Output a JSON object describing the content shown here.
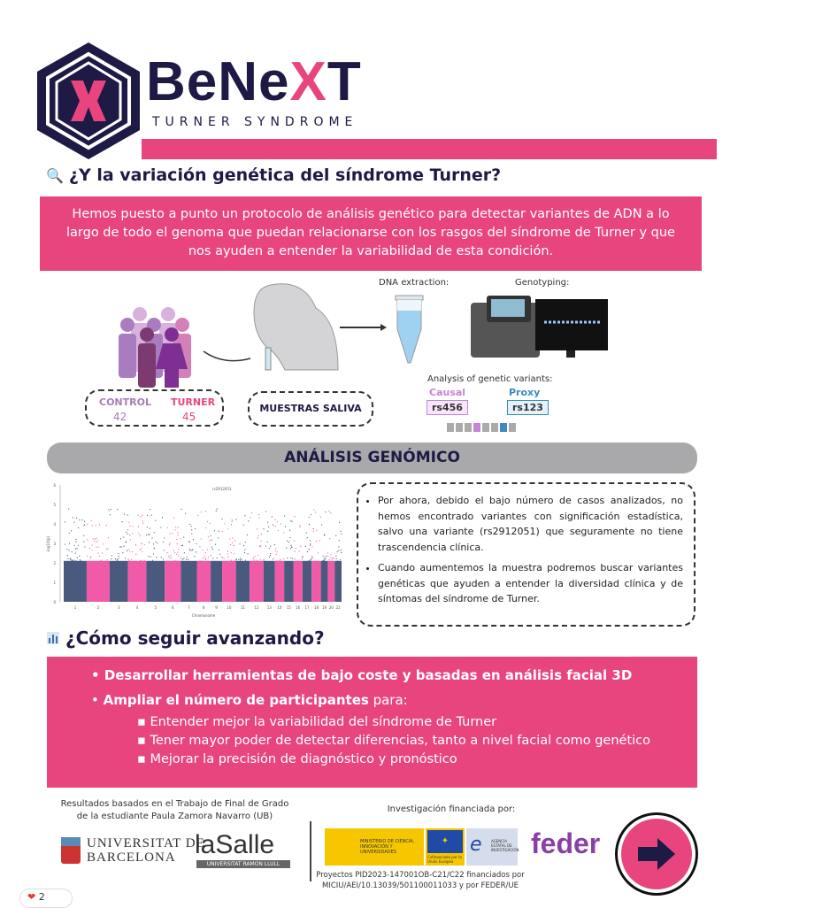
{
  "logo": {
    "name_pre": "BeNe",
    "name_x": "X",
    "name_post": "T",
    "subtitle": "TURNER SYNDROME"
  },
  "section1": {
    "icon": "magnifier-icon",
    "title": "¿Y la variación genética del síndrome Turner?",
    "intro": "Hemos puesto a punto un protocolo de análisis genético para detectar variantes de ADN a lo largo de todo el genoma que puedan relacionarse con los rasgos del síndrome de Turner y que nos ayuden a entender la variabilidad de esta condición."
  },
  "workflow": {
    "control_label": "CONTROL",
    "control_n": "42",
    "turner_label": "TURNER",
    "turner_n": "45",
    "saliva_label": "MUESTRAS SALIVA",
    "dna_label": "DNA extraction:",
    "geno_label": "Genotyping:",
    "analysis_label": "Analysis of genetic variants:",
    "causal_label": "Causal",
    "proxy_label": "Proxy",
    "causal_snp": "rs456",
    "proxy_snp": "rs123"
  },
  "genomic": {
    "title": "ANÁLISIS GENÓMICO",
    "bullets": [
      "Por ahora, debido el bajo número de casos analizados, no hemos encontrado variantes con significación estadística, salvo una variante (rs2912051) que seguramente no tiene trascendencia clínica.",
      "Cuando aumentemos la muestra podremos buscar variantes genéticas que ayuden a entender la diversidad clínica y de síntomas del síndrome de Turner."
    ]
  },
  "chart_data": {
    "type": "scatter",
    "title": "",
    "annotation": "rs2912051",
    "xlabel": "Chromosome",
    "ylabel": "-log10(p)",
    "ylim": [
      0,
      6
    ],
    "yticks": [
      "0",
      "1",
      "2",
      "3",
      "4",
      "5",
      "6"
    ],
    "categories": [
      "1",
      "2",
      "3",
      "4",
      "5",
      "6",
      "7",
      "8",
      "9",
      "10",
      "11",
      "12",
      "13",
      "14",
      "15",
      "16",
      "17",
      "18",
      "19",
      "20",
      "22"
    ],
    "colors": [
      "#4a5a7e",
      "#f05aa6"
    ]
  },
  "section2": {
    "icon": "bar-chart-icon",
    "title": "¿Cómo seguir avanzando?",
    "point1": "Desarrollar herramientas de bajo coste y basadas en análisis facial 3D",
    "point2_bold": "Ampliar el número de participantes",
    "point2_rest": " para:",
    "subpoints": [
      "Entender mejor la variabilidad del síndrome de Turner",
      "Tener mayor poder de detectar diferencias, tanto a nivel facial como genético",
      "Mejorar la precisión de diagnóstico y pronóstico"
    ]
  },
  "footer": {
    "credit1": "Resultados basados en el Trabajo de Final de Grado",
    "credit2": "de la estudiante Paula Zamora Navarro (UB)",
    "ub1": "UNIVERSITAT DE",
    "ub2": "BARCELONA",
    "lasalle": "laSalle",
    "lasalle_sub": "UNIVERSITAT RAMON LLULL",
    "funded": "Investigación financiada por:",
    "ministry": "MINISTERIO DE CIENCIA, INNOVACIÓN Y UNIVERSIDADES",
    "eu": "Cofinanciado por la Unión Europea",
    "aei": "AGENCIA ESTATAL DE INVESTIGACIÓN",
    "projects1": "Proyectos PID2023-147001OB-C21/C22 financiados por",
    "projects2": "MICIU/AEI/10.13039/501100011033 y por FEDER/UE",
    "feder": "feder",
    "reaction_count": "2"
  },
  "colors": {
    "pink": "#e8457f",
    "navy": "#1d1a45",
    "gray": "#a9a9ab"
  }
}
